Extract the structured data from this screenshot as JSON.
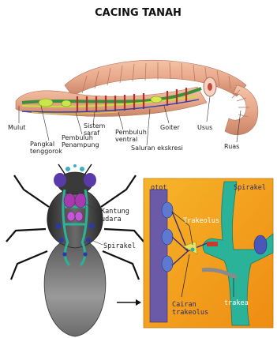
{
  "title": "CACING TANAH",
  "worm_labels": {
    "mulut": "Mulut",
    "pangkal_tenggorok_1": "Pangkal",
    "pangkal_tenggorok_2": "tenggorok",
    "pembuluh_penampung_1": "Pembuluh",
    "pembuluh_penampung_2": "Penampung",
    "sistem_saraf_1": "Sistem",
    "sistem_saraf_2": "saraf",
    "pembuluh_ventral_1": "Pembuluh",
    "pembuluh_ventral_2": "ventral",
    "saluran_ekskresi": "Saluran ekskresi",
    "goiter": "Goiter",
    "usus": "Usus",
    "ruas": "Ruas"
  },
  "insect_labels": {
    "kantung_udara_1": "Kantung",
    "kantung_udara_2": "udara",
    "spirakel": "Spirakel"
  },
  "detail_labels": {
    "otot": "otot",
    "spirakel": "Spirakel",
    "trakeolus": "Trakeolus",
    "trakea": "trakea",
    "cairan_trakeolus_1": "Cairan",
    "cairan_trakeolus_2": "trakeolus"
  },
  "colors": {
    "worm_body": "#e8a88a",
    "worm_segment": "#c98468",
    "inset_bg": "#f3a21a",
    "trachea": "#2bb39a",
    "muscle": "#6a5aa8",
    "spiracle": "#4a57b8"
  }
}
